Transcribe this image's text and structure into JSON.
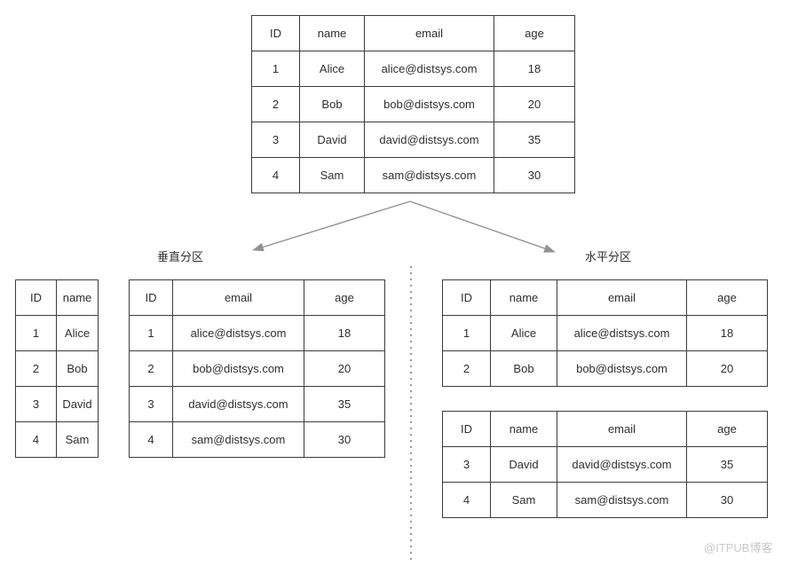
{
  "labels": {
    "vertical_partition": "垂直分区",
    "horizontal_partition": "水平分区"
  },
  "watermark": "@ITPUB博客",
  "colors": {
    "background": "#ffffff",
    "table_border": "#3c3c3c",
    "text": "#2f2f2f",
    "arrow": "#919191",
    "dotted_divider": "#9a9a9a",
    "watermark": "#c9c9c9"
  },
  "tables": {
    "main": {
      "columns": [
        "ID",
        "name",
        "email",
        "age"
      ],
      "rows": [
        [
          "1",
          "Alice",
          "alice@distsys.com",
          "18"
        ],
        [
          "2",
          "Bob",
          "bob@distsys.com",
          "20"
        ],
        [
          "3",
          "David",
          "david@distsys.com",
          "35"
        ],
        [
          "4",
          "Sam",
          "sam@distsys.com",
          "30"
        ]
      ]
    },
    "vertical_1": {
      "columns": [
        "ID",
        "name"
      ],
      "rows": [
        [
          "1",
          "Alice"
        ],
        [
          "2",
          "Bob"
        ],
        [
          "3",
          "David"
        ],
        [
          "4",
          "Sam"
        ]
      ]
    },
    "vertical_2": {
      "columns": [
        "ID",
        "email",
        "age"
      ],
      "rows": [
        [
          "1",
          "alice@distsys.com",
          "18"
        ],
        [
          "2",
          "bob@distsys.com",
          "20"
        ],
        [
          "3",
          "david@distsys.com",
          "35"
        ],
        [
          "4",
          "sam@distsys.com",
          "30"
        ]
      ]
    },
    "horizontal_1": {
      "columns": [
        "ID",
        "name",
        "email",
        "age"
      ],
      "rows": [
        [
          "1",
          "Alice",
          "alice@distsys.com",
          "18"
        ],
        [
          "2",
          "Bob",
          "bob@distsys.com",
          "20"
        ]
      ]
    },
    "horizontal_2": {
      "columns": [
        "ID",
        "name",
        "email",
        "age"
      ],
      "rows": [
        [
          "3",
          "David",
          "david@distsys.com",
          "35"
        ],
        [
          "4",
          "Sam",
          "sam@distsys.com",
          "30"
        ]
      ]
    }
  }
}
